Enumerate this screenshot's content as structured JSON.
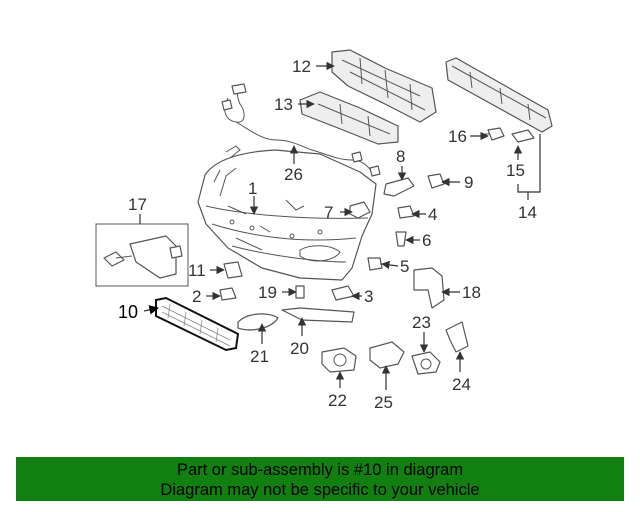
{
  "labels": {
    "l1": "1",
    "l2": "2",
    "l3": "3",
    "l4": "4",
    "l5": "5",
    "l6": "6",
    "l7": "7",
    "l8": "8",
    "l9": "9",
    "l10": "10",
    "l11": "11",
    "l12": "12",
    "l13": "13",
    "l14": "14",
    "l15": "15",
    "l16": "16",
    "l17": "17",
    "l18": "18",
    "l19": "19",
    "l20": "20",
    "l21": "21",
    "l22": "22",
    "l23": "23",
    "l24": "24",
    "l25": "25",
    "l26": "26"
  },
  "highlight": "10",
  "banner": {
    "line1": "Part or sub-assembly is #10 in diagram",
    "line2": "Diagram may not be specific to your vehicle",
    "color": "#118011"
  }
}
